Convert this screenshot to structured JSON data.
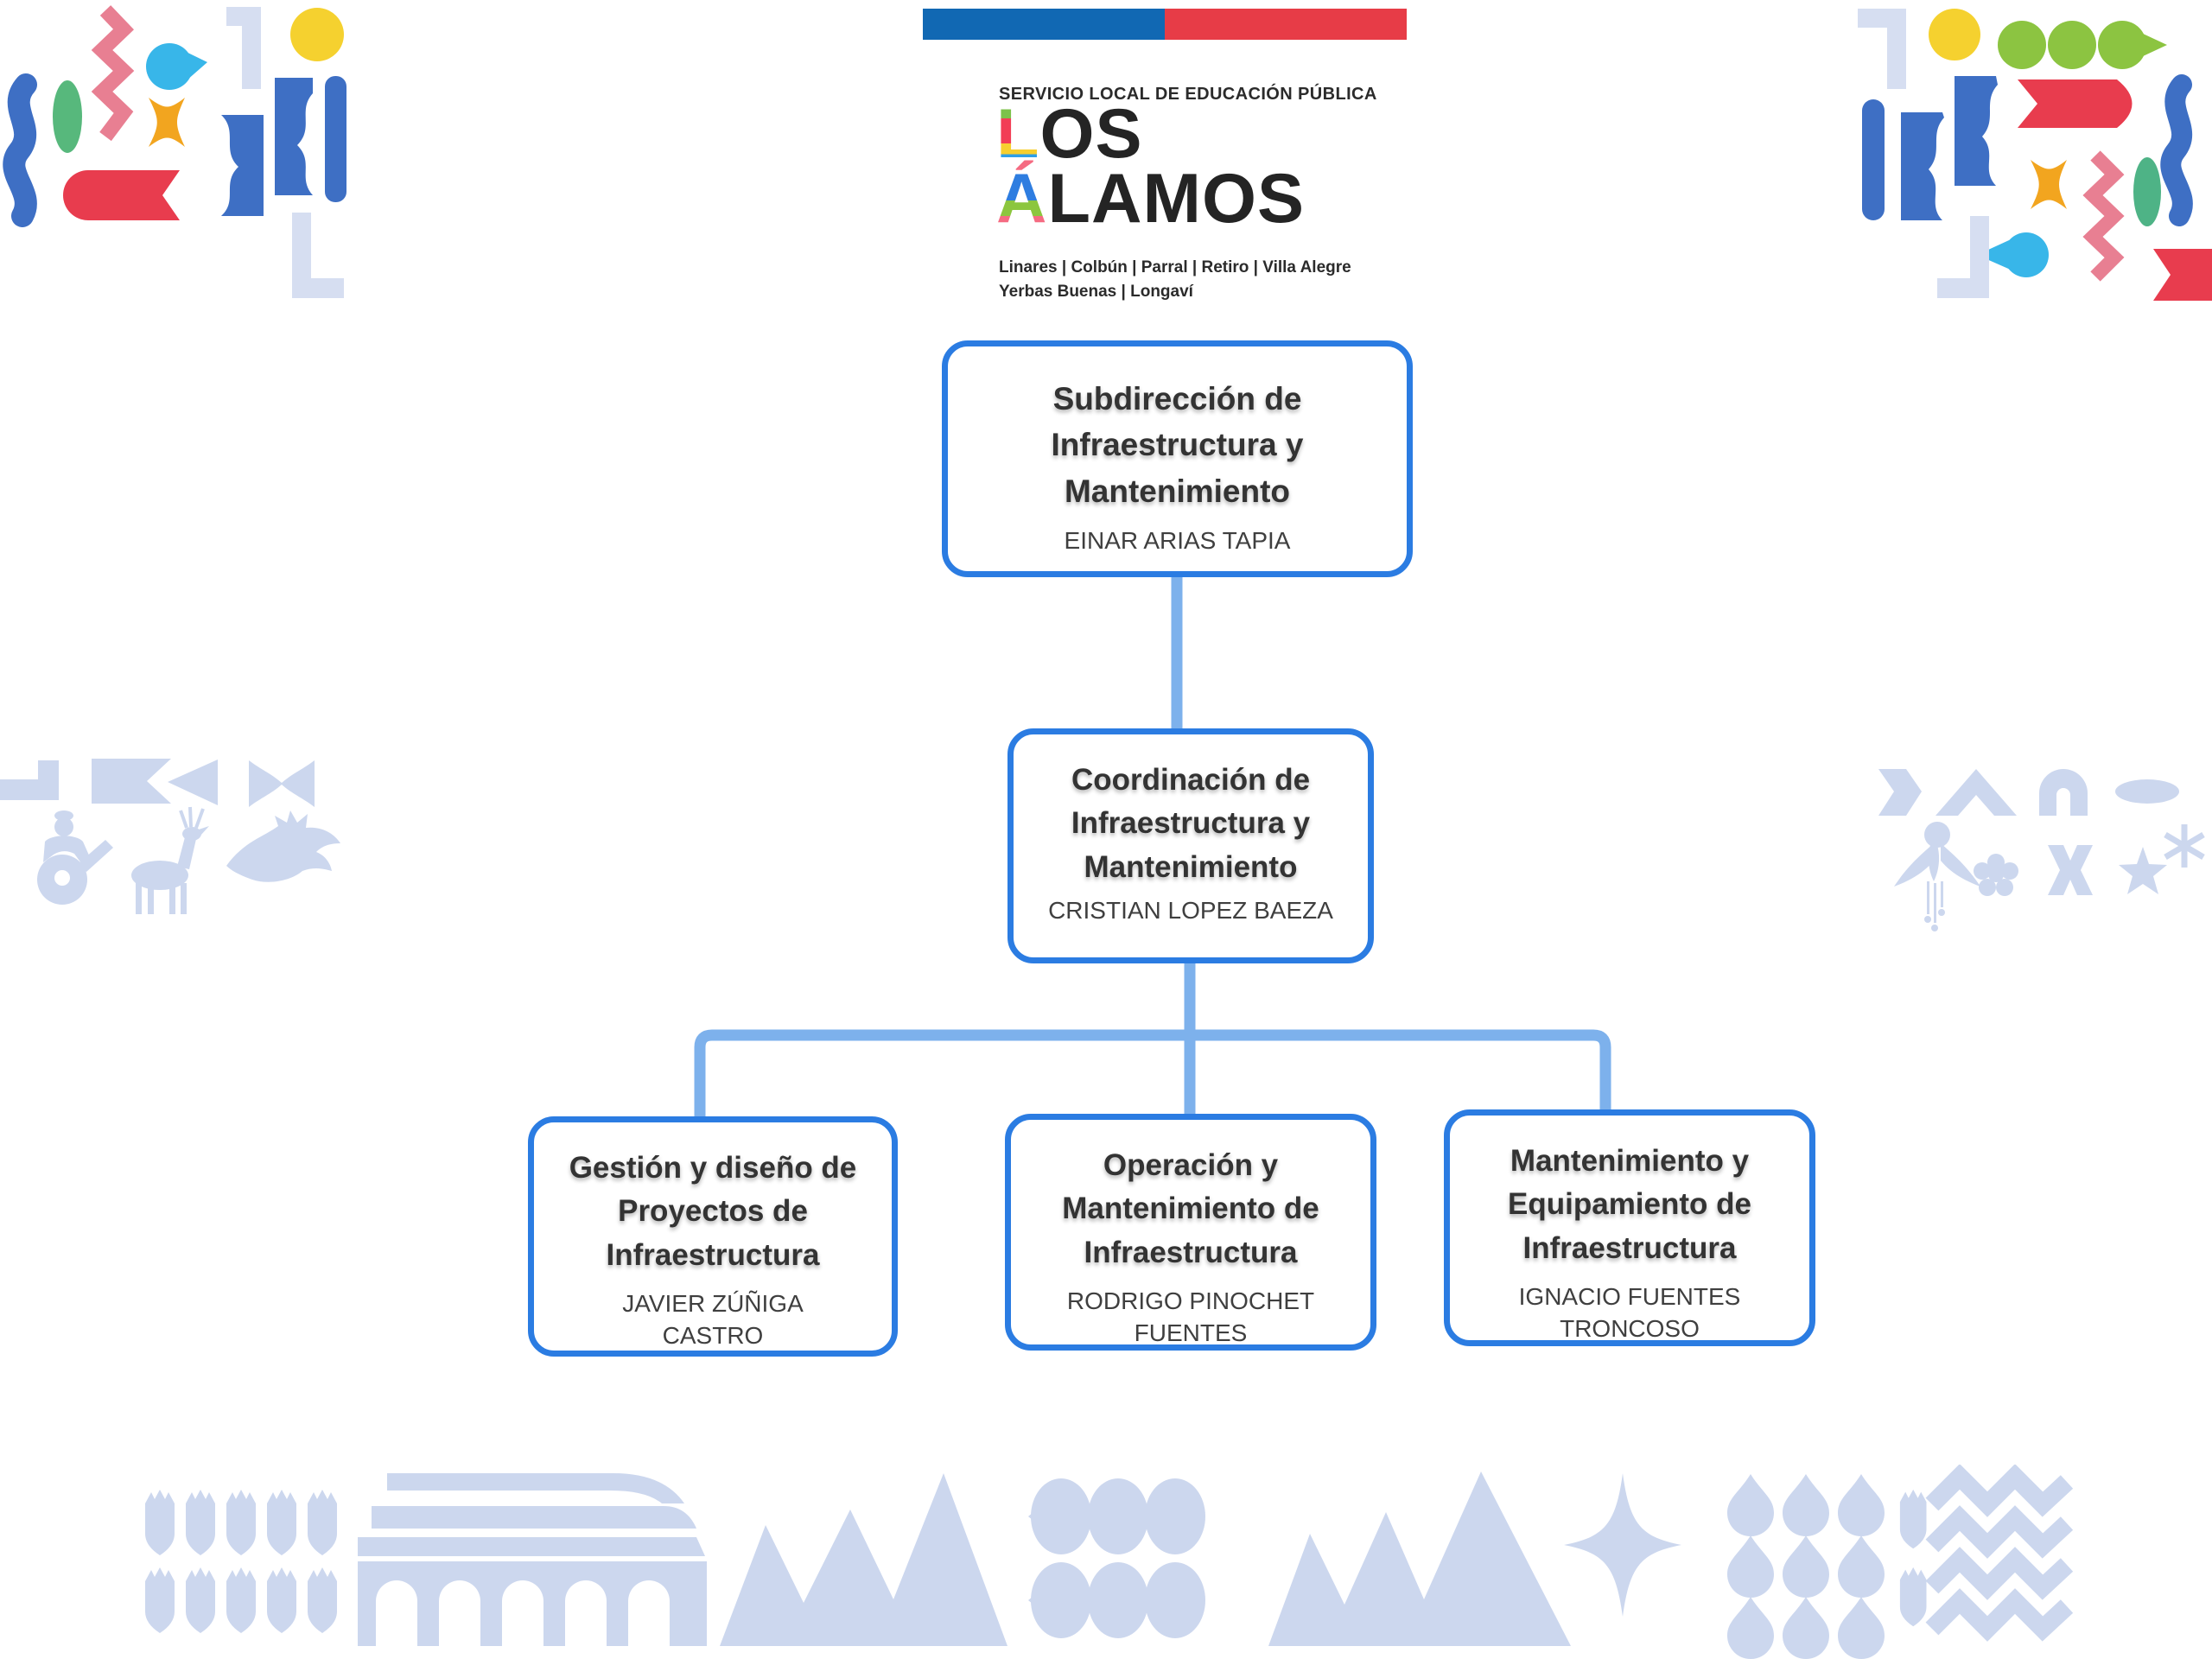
{
  "header": {
    "service_label": "SERVICIO LOCAL DE EDUCACIÓN PÚBLICA",
    "brand_l1_first": "L",
    "brand_l1_rest": "OS",
    "brand_l2_first": "Á",
    "brand_l2_rest": "LAMOS",
    "comunas_line1": "Linares | Colbún | Parral | Retiro | Villa Alegre",
    "comunas_line2": "Yerbas Buenas | Longaví"
  },
  "org_chart": {
    "root": {
      "title": "Subdirección de Infraestructura y Mantenimiento",
      "name": "EINAR ARIAS TAPIA"
    },
    "level2": {
      "title": "Coordinación de Infraestructura y Mantenimiento",
      "name": "CRISTIAN LOPEZ BAEZA"
    },
    "level3": [
      {
        "title": "Gestión y diseño de Proyectos de Infraestructura",
        "name": "JAVIER ZÚÑIGA CASTRO"
      },
      {
        "title": "Operación y Mantenimiento de Infraestructura",
        "name": "RODRIGO PINOCHET FUENTES"
      },
      {
        "title": "Mantenimiento y Equipamiento de Infraestructura",
        "name": "IGNACIO FUENTES TRONCOSO"
      }
    ]
  },
  "colors": {
    "bar_blue": "#1168b3",
    "bar_red": "#e73c47",
    "brand_black": "#242424",
    "title_text": "#333333",
    "name_text": "#3f3f3f",
    "box_border": "#2b7ce2",
    "connector": "#7db1ec",
    "pale_decor": "#ccd7ee",
    "pale_decor_light": "#d6def1",
    "shape_blue": "#3e6fc4",
    "shape_green": "#57b87c",
    "shape_lime": "#8cc441",
    "shape_red": "#e83c4e",
    "shape_pink": "#e87f92",
    "shape_cyan": "#38b6e9",
    "shape_yellow": "#f5d12f",
    "shape_orange": "#f2a51f",
    "shape_teal": "#4eb386",
    "l_green": "#7cc24a",
    "l_red": "#f23e56",
    "l_yellow": "#f7cf2f",
    "l_blue": "#2e9fe8",
    "a_pink": "#f56b82",
    "a_blue": "#2e7de0",
    "a_green": "#8cc63e"
  }
}
